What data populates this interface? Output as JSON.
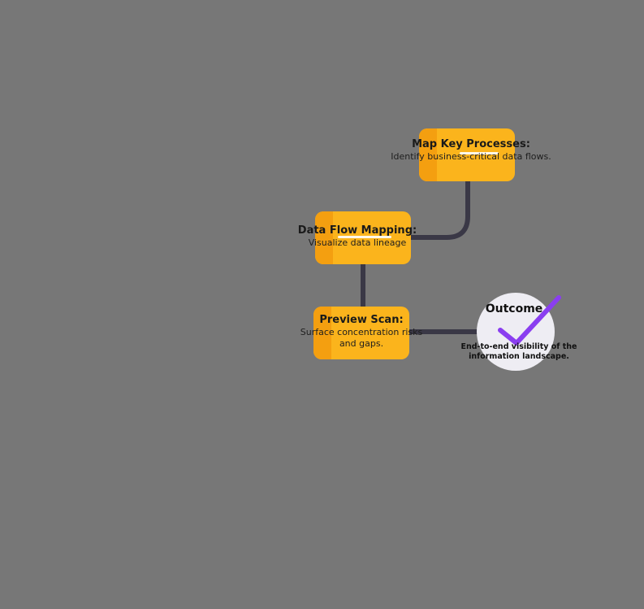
{
  "colors": {
    "background": "#777777",
    "card": "#fbb41c",
    "card_stripe": "#f49f10",
    "connector": "#3a3846",
    "outcome_circle": "#eeedf3",
    "check": "#8a3ef0"
  },
  "nodes": {
    "map": {
      "title": "Map Key Processes:",
      "description": "Identify business-critical data flows."
    },
    "flow": {
      "title": "Data Flow Mapping:",
      "description": "Visualize data lineage"
    },
    "preview": {
      "title": "Preview Scan:",
      "description_line1": "Surface concentration risks",
      "description_line2": "and gaps."
    }
  },
  "outcome": {
    "title": "Outcome",
    "description_line1": "End-to-end visibility of the",
    "description_line2": "information landscape.",
    "icon": "checkmark-icon"
  }
}
